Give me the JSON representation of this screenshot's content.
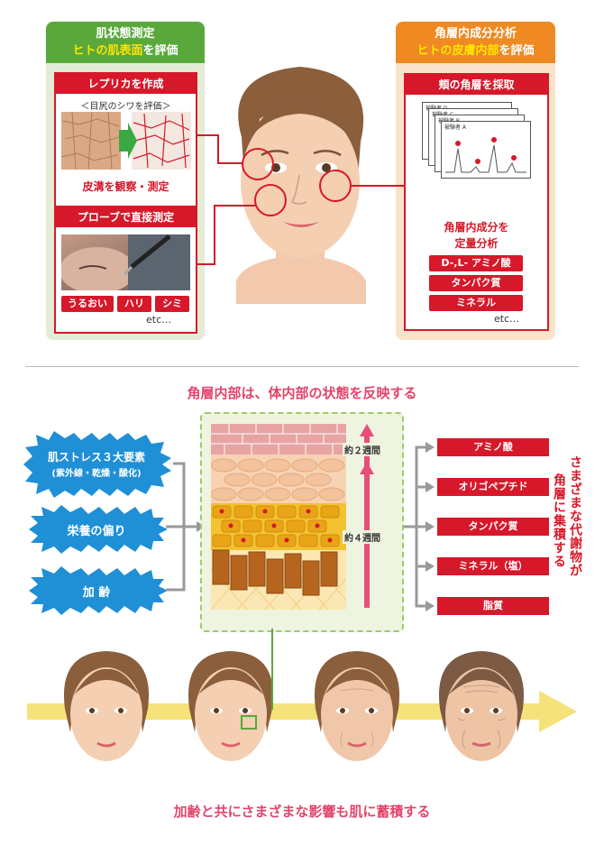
{
  "left_panel": {
    "title_line1": "肌状態測定",
    "title_line2_highlight": "ヒトの肌表面",
    "title_line2_rest": "を評価",
    "replica_card": {
      "title": "レプリカを作成",
      "subtitle": "＜目尻のシワを評価＞",
      "caption": "皮溝を観察・測定"
    },
    "probe_card": {
      "title": "プローブで直接測定",
      "tags": [
        "うるおい",
        "ハリ",
        "シミ"
      ],
      "etc": "etc…"
    }
  },
  "right_panel": {
    "title_line1": "角層内成分分析",
    "title_line2_highlight": "ヒトの皮膚内部",
    "title_line2_rest": "を評価",
    "card_title": "頬の角層を採取",
    "subjects": [
      "被験者 D",
      "被験者 C",
      "被験者 B",
      "被験者 A"
    ],
    "analysis_line1": "角層内成分を",
    "analysis_line2": "定量分析",
    "items": [
      "D-,L- アミノ酸",
      "タンパク質",
      "ミネラル"
    ],
    "etc": "etc…"
  },
  "section2": {
    "heading": "角層内部は、体内部の状態を反映する",
    "stress": {
      "line1": "肌ストレス３大要素",
      "line2": "(紫外線・乾燥・酸化)"
    },
    "nutrition": "栄養の偏り",
    "aging": "加 齢",
    "weeks_2": "約２週間",
    "weeks_4": "約４週間",
    "substances": [
      "アミノ酸",
      "オリゴペプチド",
      "タンパク質",
      "ミネラル（塩）",
      "脂質"
    ],
    "vertical_line1": "さまざまな代謝物が",
    "vertical_line2": "角層に集積する"
  },
  "footer": "加齢と共にさまざまな影響も肌に蓄積する",
  "colors": {
    "green": "#5aa83c",
    "orange": "#ef8a22",
    "red": "#d7182a",
    "blue": "#1f8fd6",
    "pink": "#e0466b",
    "yellow_arrow": "#f6e27a"
  }
}
